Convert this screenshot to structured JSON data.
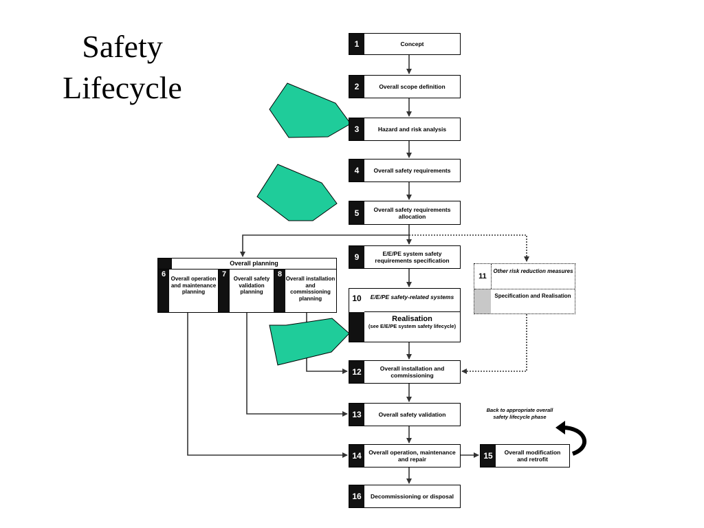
{
  "title": {
    "line1": "Safety",
    "line2": "Lifecycle"
  },
  "phases": {
    "p1": {
      "num": "1",
      "label": "Concept"
    },
    "p2": {
      "num": "2",
      "label": "Overall scope definition"
    },
    "p3": {
      "num": "3",
      "label": "Hazard and risk analysis"
    },
    "p4": {
      "num": "4",
      "label": "Overall safety requirements"
    },
    "p5": {
      "num": "5",
      "label": "Overall safety requirements allocation"
    },
    "p6": {
      "num": "6",
      "label": "Overall operation and maintenance planning"
    },
    "p7": {
      "num": "7",
      "label": "Overall safety validation planning"
    },
    "p8": {
      "num": "8",
      "label": "Overall installation and commissioning planning"
    },
    "p9": {
      "num": "9",
      "label": "E/E/PE system safety requirements specification"
    },
    "p10": {
      "num": "10",
      "label": "E/E/PE safety-related systems",
      "realisation": "Realisation",
      "realisation_note": "(see E/E/PE system safety lifecycle)"
    },
    "p11": {
      "num": "11",
      "label": "Other risk reduction measures",
      "realisation": "Specification and Realisation"
    },
    "p12": {
      "num": "12",
      "label": "Overall installation and commissioning"
    },
    "p13": {
      "num": "13",
      "label": "Overall safety validation"
    },
    "p14": {
      "num": "14",
      "label": "Overall operation, maintenance and repair"
    },
    "p15": {
      "num": "15",
      "label": "Overall modification and retrofit"
    },
    "p16": {
      "num": "16",
      "label": "Decommissioning or disposal"
    }
  },
  "overall_planning_label": "Overall planning",
  "back_note": "Back to appropriate overall safety lifecycle phase",
  "colors": {
    "pointer": "#1fcc9a",
    "box_number": "#111111",
    "line": "#333333"
  }
}
